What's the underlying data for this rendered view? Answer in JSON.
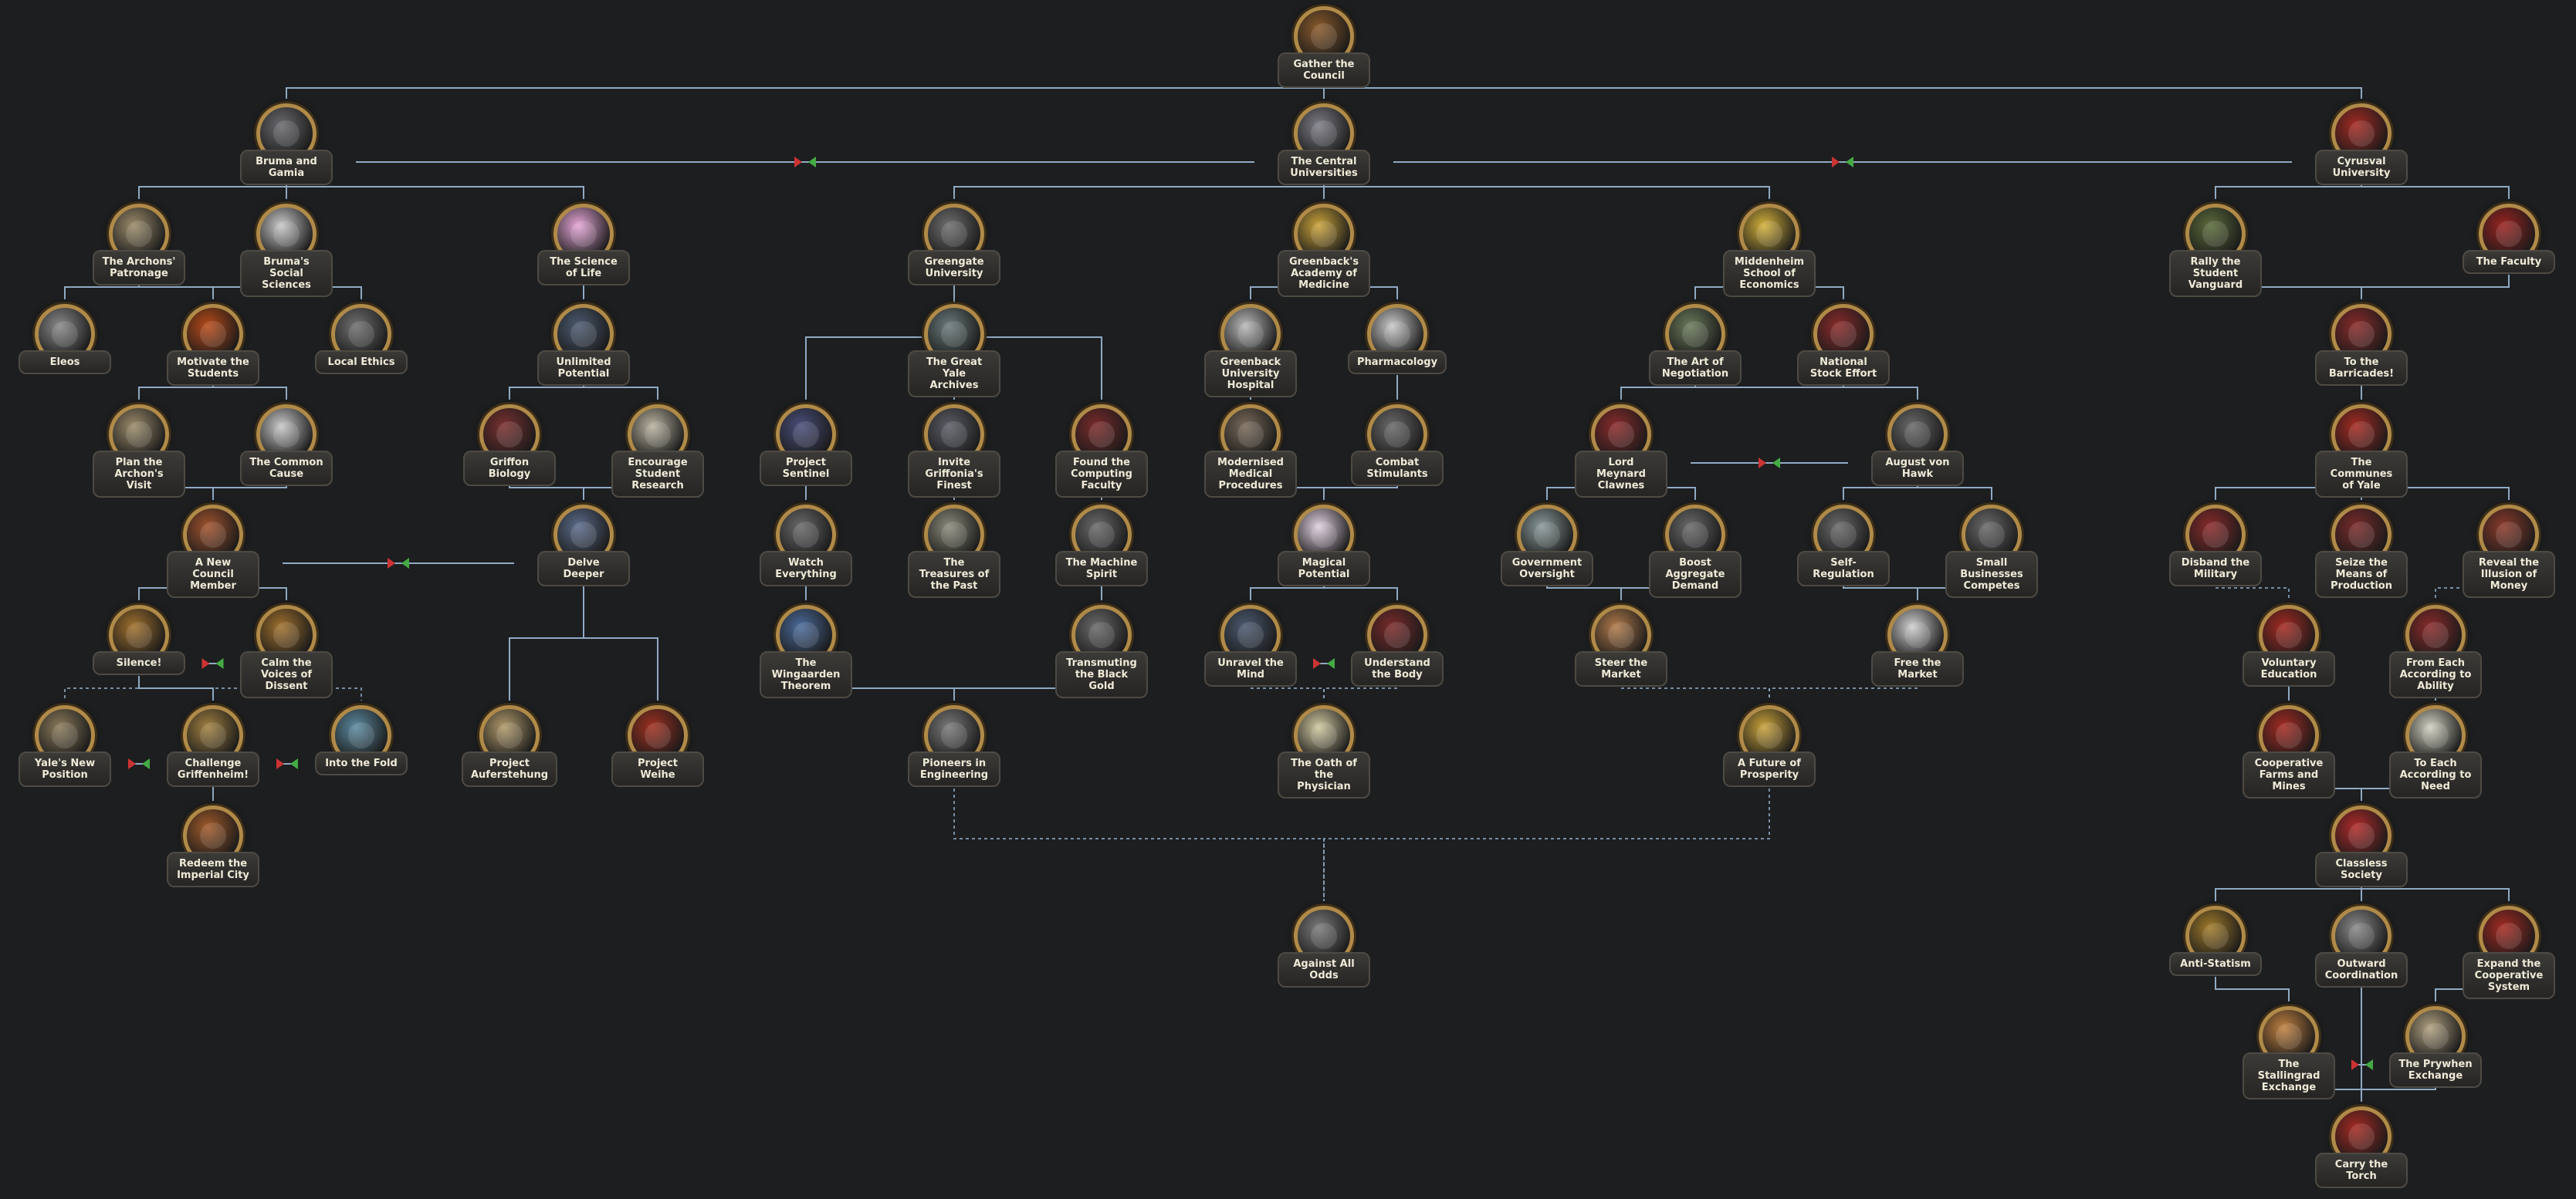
{
  "title": "Gather the Council",
  "colors": {
    "background": "#1d1e20",
    "line": "#8faac4",
    "label_text": "#f0ead8",
    "frame": "#b08a48"
  },
  "focuses": [
    {
      "id": "gather",
      "label": "Gather the Council",
      "icon": "podium-icon",
      "color": "#8a5a2b"
    },
    {
      "id": "bruma",
      "label": "Bruma and Gamia",
      "icon": "eagle-crest-icon",
      "color": "#6b6b70"
    },
    {
      "id": "central",
      "label": "The Central Universities",
      "icon": "brain-icon",
      "color": "#7d7d86"
    },
    {
      "id": "cyrus",
      "label": "Cyrusval University",
      "icon": "red-star-icon",
      "color": "#a52a22"
    },
    {
      "id": "archon",
      "label": "The Archons' Patronage",
      "icon": "scroll-icon",
      "color": "#9b8b6a"
    },
    {
      "id": "brsoc",
      "label": "Bruma's Social Sciences",
      "icon": "handshake-icon",
      "color": "#c9c9c9"
    },
    {
      "id": "sciencelife",
      "label": "The Science of Life",
      "icon": "hearts-icon",
      "color": "#e6a6d8"
    },
    {
      "id": "greengate",
      "label": "Greengate University",
      "icon": "gear-icon",
      "color": "#6e6e6e"
    },
    {
      "id": "greenback",
      "label": "Greenback's Academy of Medicine",
      "icon": "caduceus-icon",
      "color": "#c9a23a"
    },
    {
      "id": "middenheim",
      "label": "Middenheim School of Economics",
      "icon": "coins-icon",
      "color": "#d4b13a"
    },
    {
      "id": "rally",
      "label": "Rally the Student Vanguard",
      "icon": "flag-icon",
      "color": "#5b6b3a"
    },
    {
      "id": "faculty",
      "label": "The Faculty",
      "icon": "fist-icon",
      "color": "#9a2320"
    },
    {
      "id": "eleos",
      "label": "Eleos",
      "icon": "mask-icon",
      "color": "#8a8a8a"
    },
    {
      "id": "motivate",
      "label": "Motivate the Students",
      "icon": "fire-icon",
      "color": "#b84a18"
    },
    {
      "id": "localeth",
      "label": "Local Ethics",
      "icon": "helmet-icon",
      "color": "#707070"
    },
    {
      "id": "unlimited",
      "label": "Unlimited Potential",
      "icon": "brain-icon",
      "color": "#4b5a70"
    },
    {
      "id": "plan",
      "label": "Plan the Archon's Visit",
      "icon": "scroll-icon",
      "color": "#9b8b6a"
    },
    {
      "id": "commoncause",
      "label": "The Common Cause",
      "icon": "handshake-icon",
      "color": "#c9c9c9"
    },
    {
      "id": "griffonbio",
      "label": "Griffon Biology",
      "icon": "griffon-icon",
      "color": "#7a3030"
    },
    {
      "id": "encourage",
      "label": "Encourage Student Research",
      "icon": "columns-icon",
      "color": "#b9b3a0"
    },
    {
      "id": "sentinel",
      "label": "Project Sentinel",
      "icon": "monitor-icon",
      "color": "#4a4e7a"
    },
    {
      "id": "greatyale",
      "label": "The Great Yale Archives",
      "icon": "pillars-icon",
      "color": "#6a7a7a"
    },
    {
      "id": "invite",
      "label": "Invite Griffonia's Finest",
      "icon": "books-icon",
      "color": "#5b5e66"
    },
    {
      "id": "computing",
      "label": "Found the Computing Faculty",
      "icon": "computer-icon",
      "color": "#7a2a2a"
    },
    {
      "id": "hospital",
      "label": "Greenback University Hospital",
      "icon": "hospital-icon",
      "color": "#b9b9b9"
    },
    {
      "id": "pharma",
      "label": "Pharmacology",
      "icon": "syringe-icon",
      "color": "#c9c9c9"
    },
    {
      "id": "negotiation",
      "label": "The Art of Negotiation",
      "icon": "handshake-icon",
      "color": "#6a7a5a"
    },
    {
      "id": "nationalstock",
      "label": "National Stock Effort",
      "icon": "flag-icon",
      "color": "#8a2a2a"
    },
    {
      "id": "barricades",
      "label": "To the Barricades!",
      "icon": "barricade-icon",
      "color": "#8a2a2a"
    },
    {
      "id": "modernised",
      "label": "Modernised Medical Procedures",
      "icon": "stethoscope-icon",
      "color": "#7a6a5a"
    },
    {
      "id": "combat",
      "label": "Combat Stimulants",
      "icon": "soldier-icon",
      "color": "#6a6a6a"
    },
    {
      "id": "meynard",
      "label": "Lord Meynard Clawnes",
      "icon": "portrait-icon",
      "color": "#8a2a2a"
    },
    {
      "id": "august",
      "label": "August von Hawk",
      "icon": "portrait-icon",
      "color": "#6a6a6a"
    },
    {
      "id": "communes",
      "label": "The Communes of Yale",
      "icon": "red-star-icon",
      "color": "#a52a22"
    },
    {
      "id": "newcouncil",
      "label": "A New Council Member",
      "icon": "council-icon",
      "color": "#a0522d"
    },
    {
      "id": "delve",
      "label": "Delve Deeper",
      "icon": "brain-icon",
      "color": "#5b6b8a"
    },
    {
      "id": "watch",
      "label": "Watch Everything",
      "icon": "eye-icon",
      "color": "#6a6a6a"
    },
    {
      "id": "treasures",
      "label": "The Treasures of the Past",
      "icon": "temple-icon",
      "color": "#8a8a7a"
    },
    {
      "id": "machine",
      "label": "The Machine Spirit",
      "icon": "factory-icon",
      "color": "#6a6a6a"
    },
    {
      "id": "magical",
      "label": "Magical Potential",
      "icon": "star-icon",
      "color": "#e0d0e0"
    },
    {
      "id": "govover",
      "label": "Government Oversight",
      "icon": "handshake-icon",
      "color": "#8a9a9a"
    },
    {
      "id": "boostagg",
      "label": "Boost Aggregate Demand",
      "icon": "crowd-icon",
      "color": "#6a6a6a"
    },
    {
      "id": "selfreg",
      "label": "Self-Regulation",
      "icon": "city-icon",
      "color": "#6a6a6a"
    },
    {
      "id": "smallbiz",
      "label": "Small Businesses Competes",
      "icon": "city-icon",
      "color": "#6a6a6a"
    },
    {
      "id": "disband",
      "label": "Disband the Military",
      "icon": "crossed-swords-icon",
      "color": "#8a2a2a"
    },
    {
      "id": "seize",
      "label": "Seize the Means of Production",
      "icon": "gear-icon",
      "color": "#7a2a2a"
    },
    {
      "id": "reveal",
      "label": "Reveal the Illusion of Money",
      "icon": "coin-icon",
      "color": "#8a3a2a"
    },
    {
      "id": "silence",
      "label": "Silence!",
      "icon": "fist-icon",
      "color": "#a0702d"
    },
    {
      "id": "calm",
      "label": "Calm the Voices of Dissent",
      "icon": "handshake-icon",
      "color": "#a0702d"
    },
    {
      "id": "wingaarden",
      "label": "The Wingaarden Theorem",
      "icon": "book-icon",
      "color": "#4a6a9a"
    },
    {
      "id": "blackgold",
      "label": "Transmuting the Black Gold",
      "icon": "oil-icon",
      "color": "#6a6a6a"
    },
    {
      "id": "unravel",
      "label": "Unravel the Mind",
      "icon": "brain-icon",
      "color": "#4b5a70"
    },
    {
      "id": "understand",
      "label": "Understand the Body",
      "icon": "body-icon",
      "color": "#7a2a2a"
    },
    {
      "id": "steer",
      "label": "Steer the Market",
      "icon": "handshake-icon",
      "color": "#b07a4a"
    },
    {
      "id": "freemarket",
      "label": "Free the Market",
      "icon": "globe-icon",
      "color": "#d0d0d0"
    },
    {
      "id": "voluntary",
      "label": "Voluntary Education",
      "icon": "quill-icon",
      "color": "#a52a22"
    },
    {
      "id": "fromeach",
      "label": "From Each According to Ability",
      "icon": "gear-icon",
      "color": "#8a2a2a"
    },
    {
      "id": "yalepos",
      "label": "Yale's New Position",
      "icon": "scales-icon",
      "color": "#8a7a5a"
    },
    {
      "id": "challenge",
      "label": "Challenge Griffenheim!",
      "icon": "sword-icon",
      "color": "#a08040"
    },
    {
      "id": "intofold",
      "label": "Into the Fold",
      "icon": "griffon-icon",
      "color": "#5b8aa0"
    },
    {
      "id": "aufer",
      "label": "Project Auferstehung",
      "icon": "sword-icon",
      "color": "#b09a6a"
    },
    {
      "id": "weihe",
      "label": "Project Weihe",
      "icon": "sword-icon",
      "color": "#a03020"
    },
    {
      "id": "pioneers",
      "label": "Pioneers in Engineering",
      "icon": "crossed-tools-icon",
      "color": "#7a7a7a"
    },
    {
      "id": "oath",
      "label": "The Oath of the Physician",
      "icon": "laurel-icon",
      "color": "#d0c8a0"
    },
    {
      "id": "future",
      "label": "A Future of Prosperity",
      "icon": "city-icon",
      "color": "#c9a23a"
    },
    {
      "id": "coopfarms",
      "label": "Cooperative Farms and Mines",
      "icon": "wheat-icon",
      "color": "#a52a22"
    },
    {
      "id": "toeach",
      "label": "To Each According to Need",
      "icon": "bowl-icon",
      "color": "#d0d0c0"
    },
    {
      "id": "redeem",
      "label": "Redeem the Imperial City",
      "icon": "banner-icon",
      "color": "#a05a2a"
    },
    {
      "id": "classless",
      "label": "Classless Society",
      "icon": "emblem-icon",
      "color": "#b02a2a"
    },
    {
      "id": "antistat",
      "label": "Anti-Statism",
      "icon": "sword-icon",
      "color": "#a07a2a"
    },
    {
      "id": "outward",
      "label": "Outward Coordination",
      "icon": "star-icon",
      "color": "#8a8a8a"
    },
    {
      "id": "expandcoop",
      "label": "Expand the Cooperative System",
      "icon": "gear-icon",
      "color": "#a52a22"
    },
    {
      "id": "stallion",
      "label": "The Stallingrad Exchange",
      "icon": "handshake-icon",
      "color": "#c08040"
    },
    {
      "id": "prywhen",
      "label": "The Prywhen Exchange",
      "icon": "handshake-icon",
      "color": "#b0a080"
    },
    {
      "id": "againstodds",
      "label": "Against All Odds",
      "icon": "crossed-tools-icon",
      "color": "#7a7a7a"
    },
    {
      "id": "carrytorch",
      "label": "Carry the Torch",
      "icon": "torch-icon",
      "color": "#a52a22"
    }
  ]
}
